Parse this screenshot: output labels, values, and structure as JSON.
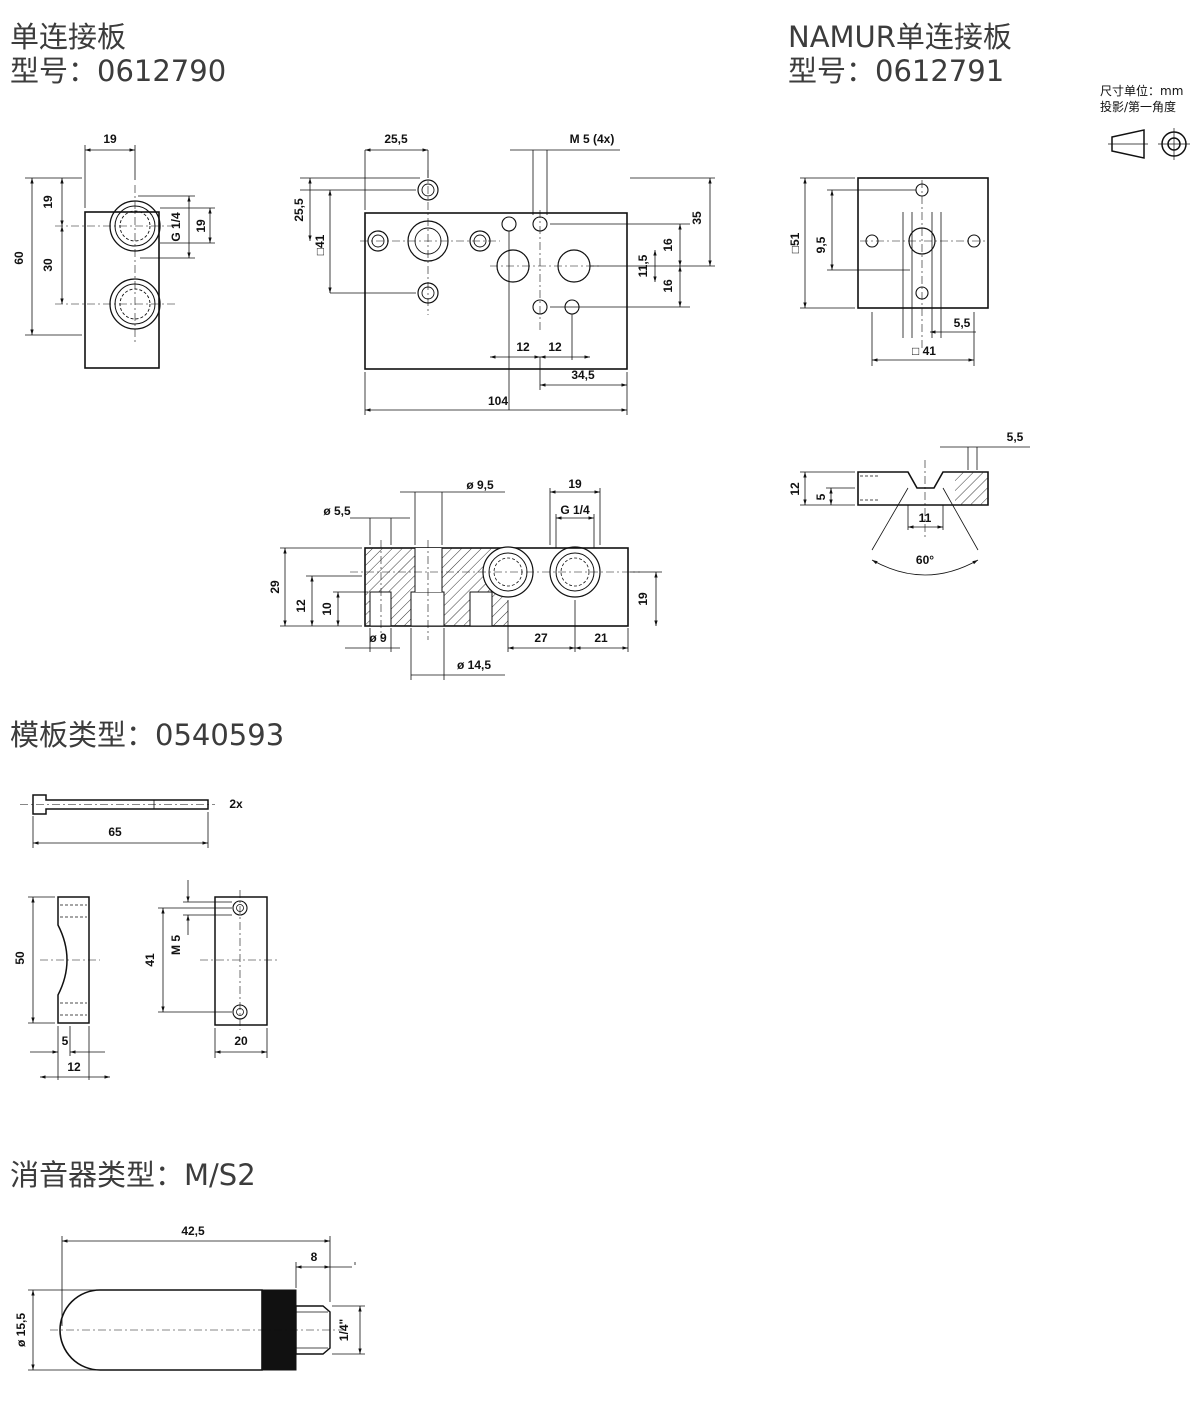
{
  "sections": {
    "single_plate": {
      "name": "单连接板",
      "model": "型号：0612790"
    },
    "namur_plate": {
      "name": "NAMUR单连接板",
      "model": "型号：0612791"
    },
    "template_type": {
      "title": "模板类型：0540593"
    },
    "silencer_type": {
      "title": "消音器类型：M/S2"
    }
  },
  "notes": {
    "units": "尺寸单位：mm",
    "projection": "投影/第一角度"
  },
  "dims": {
    "a19": "19",
    "a60": "60",
    "a19b": "19",
    "a30": "30",
    "g14": "G 1/4",
    "a19c": "19",
    "b255": "25,5",
    "m5x4": "M 5 (4x)",
    "b255v": "25,5",
    "sq41": "□41",
    "b35": "35",
    "b16a": "16",
    "b115": "11,5",
    "b16b": "16",
    "b12a": "12",
    "b12b": "12",
    "b345": "34,5",
    "b104": "104",
    "c95": "ø 9,5",
    "c19": "19",
    "c55": "ø 5,5",
    "cg14": "G 1/4",
    "c29": "29",
    "c12": "12",
    "c10": "10",
    "c19r": "19",
    "c9": "ø 9",
    "c27": "27",
    "c21": "21",
    "c145": "ø 14,5",
    "d51": "□51",
    "d95": "9,5",
    "d55": "5,5",
    "d41": "□ 41",
    "e55": "5,5",
    "e12": "12",
    "e5": "5",
    "e11": "11",
    "e60": "60°",
    "f2x": "2x",
    "f65": "65",
    "f50": "50",
    "fm5": "M 5",
    "f41": "41",
    "f5": "5",
    "f12": "12",
    "f20": "20",
    "g425": "42,5",
    "g8": "8",
    "g155": "ø 15,5",
    "g14q": "1/4\""
  }
}
